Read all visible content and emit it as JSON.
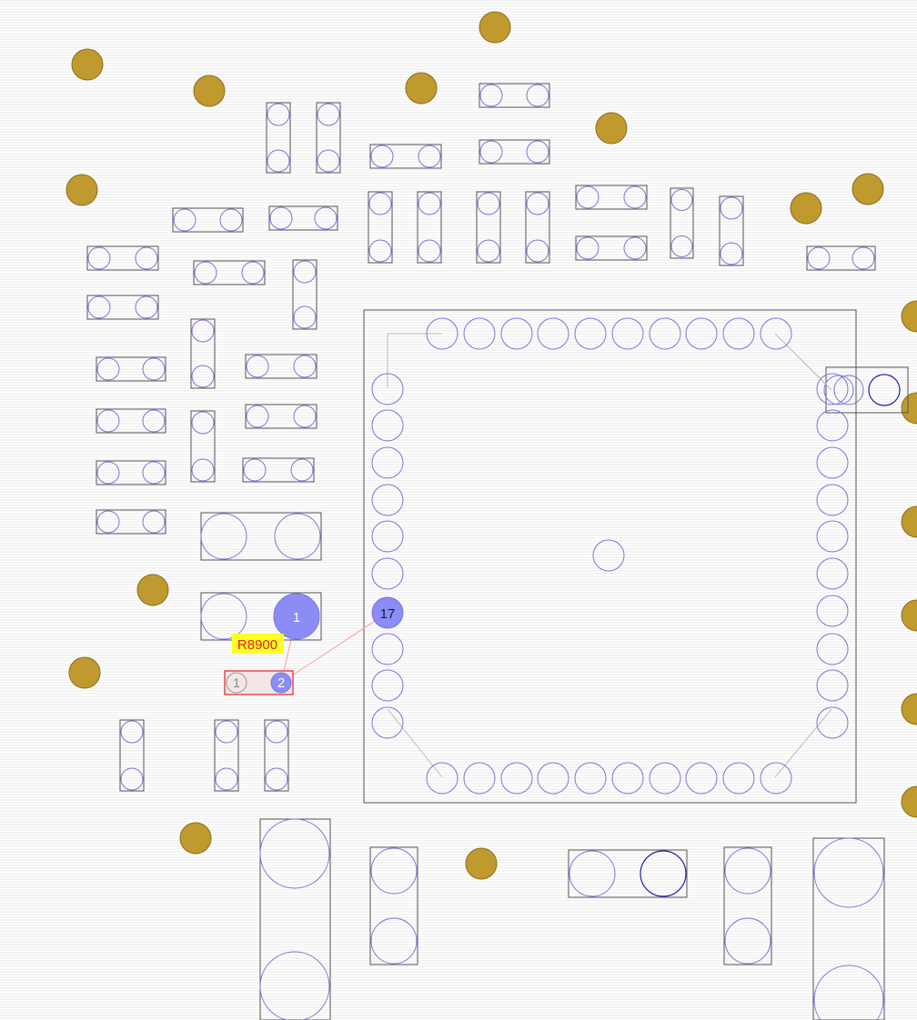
{
  "selected_component": {
    "ref": "R8900",
    "pad_1_label": "1",
    "pad_2_label": "2"
  },
  "connected_pad": {
    "pin_a_label": "1",
    "ic_pin_label": "17"
  },
  "colors": {
    "via": "#c09a2e",
    "pad_outline": "#7777dd",
    "pad_highlight": "#8c8cf7",
    "selection": "#dd3333",
    "ratsnest": "#ff9a9a",
    "ref_label_bg": "#ffff22",
    "ref_label_text": "#e02020"
  }
}
